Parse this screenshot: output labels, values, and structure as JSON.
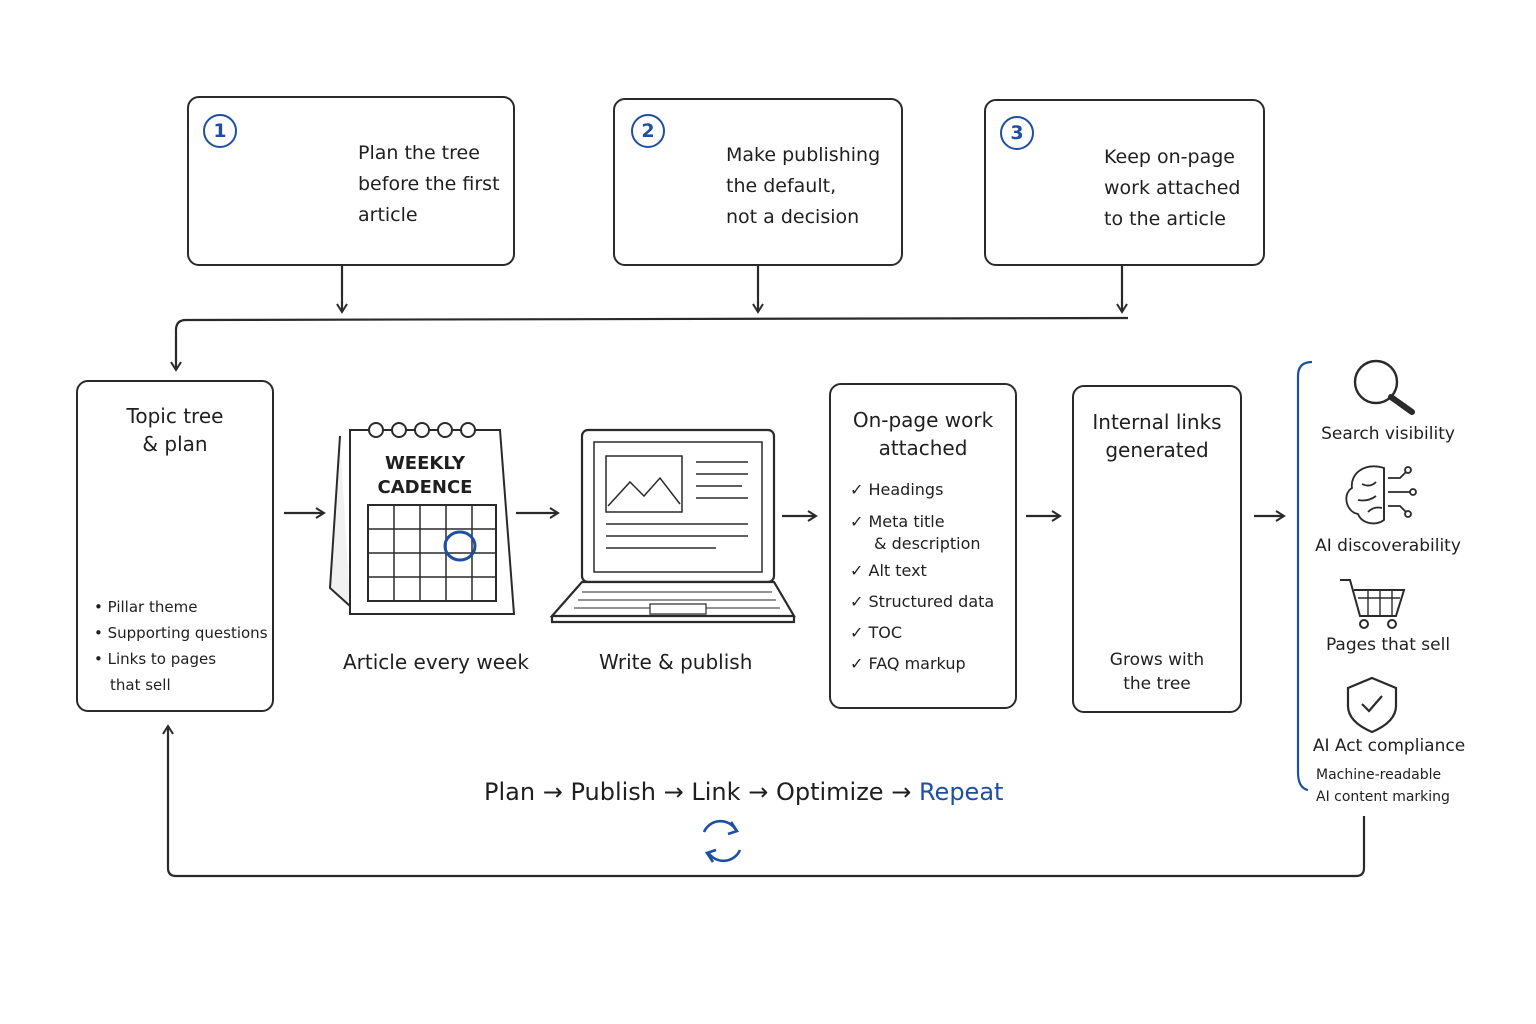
{
  "steps": [
    {
      "num": "1",
      "lines": [
        "Plan the tree",
        "before the first",
        "article"
      ]
    },
    {
      "num": "2",
      "lines": [
        "Make publishing",
        "the default,",
        "not a decision"
      ]
    },
    {
      "num": "3",
      "lines": [
        "Keep on-page",
        "work attached",
        "to the article"
      ]
    }
  ],
  "topic_tree": {
    "title": [
      "Topic tree",
      "& plan"
    ],
    "bullets": [
      "Pillar theme",
      "Supporting questions",
      "Links to pages",
      "that sell"
    ]
  },
  "calendar": {
    "header": [
      "WEEKLY",
      "CADENCE"
    ],
    "caption": "Article every week"
  },
  "laptop": {
    "caption": "Write & publish"
  },
  "onpage": {
    "title": [
      "On-page work",
      "attached"
    ],
    "checks": [
      "Headings",
      "Meta title",
      "& description",
      "Alt text",
      "Structured data",
      "TOC",
      "FAQ markup"
    ]
  },
  "internal_links": {
    "title": [
      "Internal links",
      "generated"
    ],
    "caption": [
      "Grows with",
      "the tree"
    ]
  },
  "outcomes": [
    {
      "label": "Search visibility",
      "icon": "magnifier-icon"
    },
    {
      "label": "AI discoverability",
      "icon": "brain-circuit-icon"
    },
    {
      "label": "Pages that sell",
      "icon": "shopping-cart-icon"
    },
    {
      "label": "AI Act compliance",
      "icon": "shield-check-icon",
      "sub": [
        "Machine-readable",
        "AI content marking"
      ]
    }
  ],
  "cycle": {
    "items": [
      "Plan",
      "Publish",
      "Link",
      "Optimize"
    ],
    "last": "Repeat",
    "arrow": "→"
  },
  "colors": {
    "accent": "#1e4fa3",
    "ink": "#2a2a2a"
  }
}
